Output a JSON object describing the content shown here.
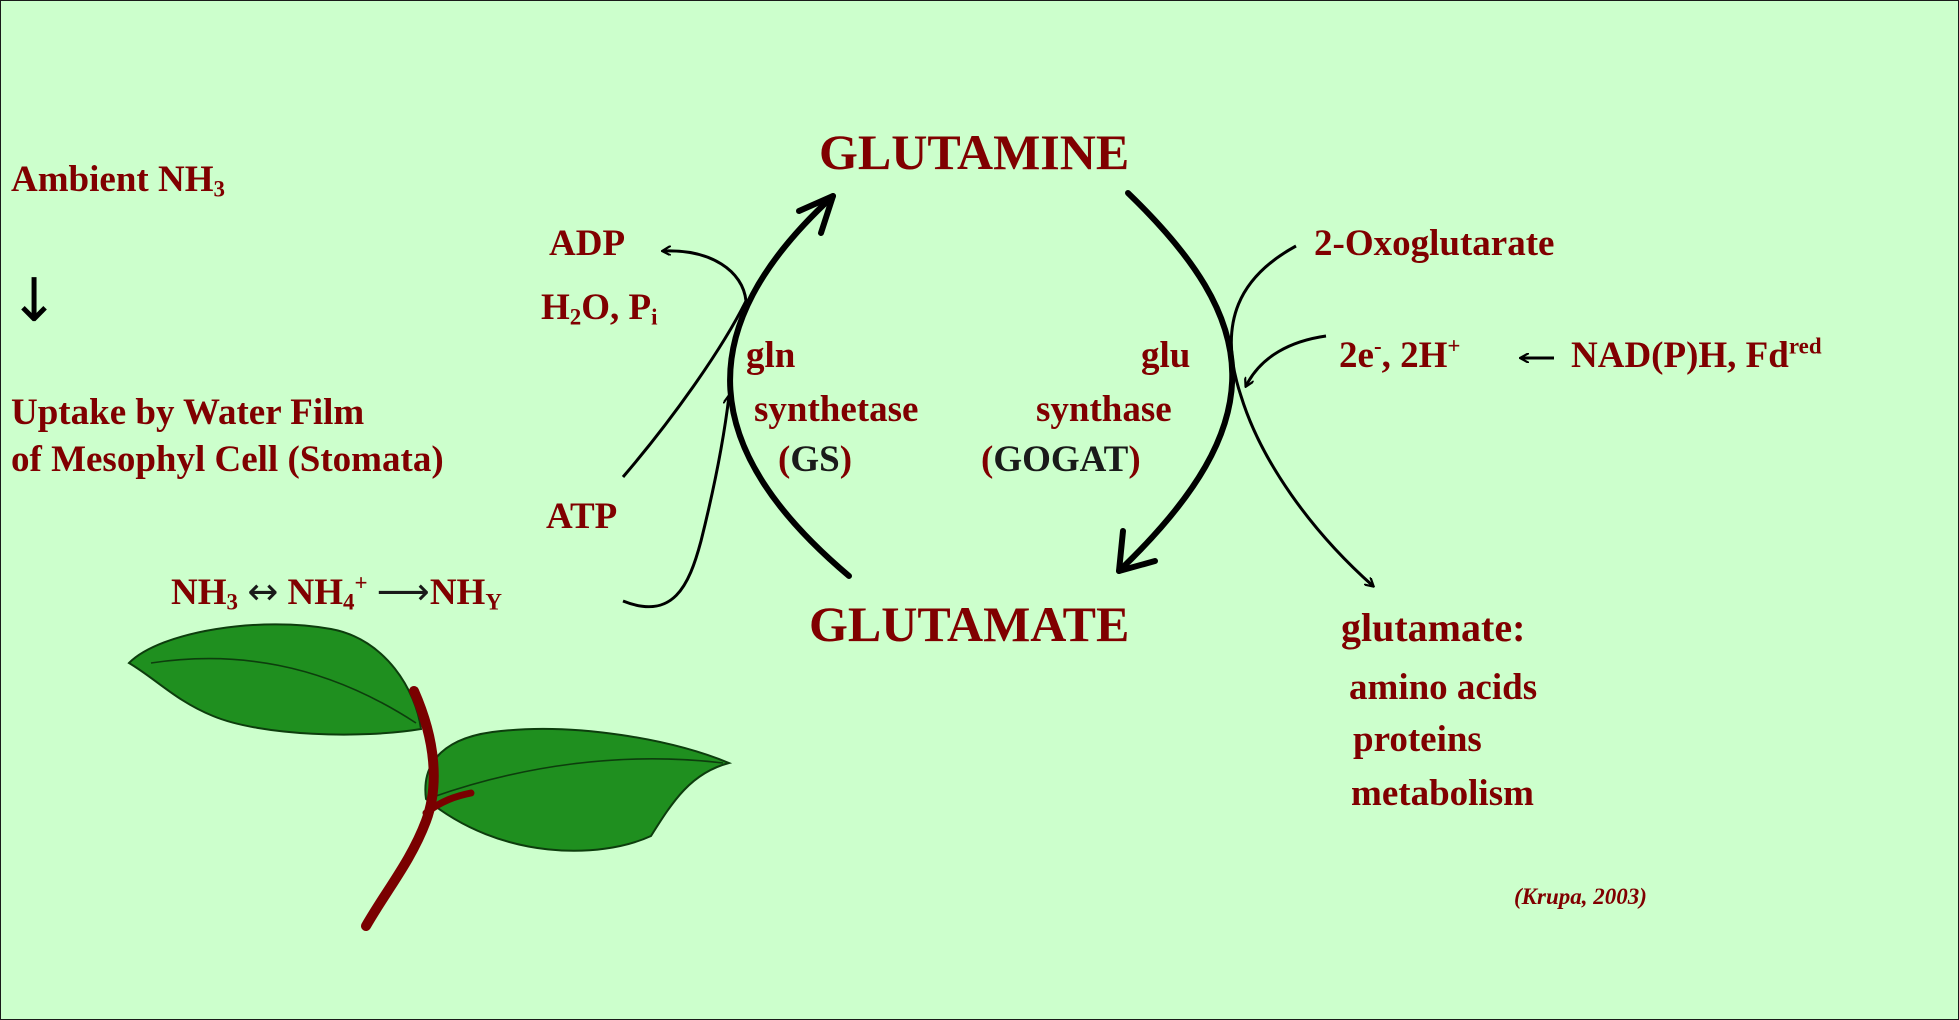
{
  "left": {
    "ambient_prefix": "Ambient NH",
    "ambient_sub": "3",
    "uptake_line1": "Uptake by Water Film",
    "uptake_line2": "of Mesophyl Cell (Stomata)",
    "eq_nh": "NH",
    "eq_nh_sub": "3",
    "eq_rev_arrow": "↔",
    "eq_nh4": "NH",
    "eq_nh4_sub": "4",
    "eq_nh4_sup": "+",
    "eq_fwd_arrow": "⟶",
    "eq_nhy": "NH",
    "eq_nhy_sub": "Y"
  },
  "gs_side": {
    "adp": "ADP",
    "h2o_h": "H",
    "h2o_sub": "2",
    "h2o_rest": "O, P",
    "pi_sub": "i",
    "atp": "ATP",
    "enzyme_line1": "gln",
    "enzyme_line2": "synthetase",
    "enzyme_open": "(",
    "enzyme_abbr": "GS",
    "enzyme_close": ")"
  },
  "cycle": {
    "top": "GLUTAMINE",
    "bottom": "GLUTAMATE"
  },
  "gogat_side": {
    "enzyme_line1": "glu",
    "enzyme_line2": "synthase",
    "enzyme_open": "(",
    "enzyme_abbr": "GOGAT",
    "enzyme_close": ")",
    "oxo": "2-Oxoglutarate",
    "e_prefix": "2e",
    "e_sup": "-",
    "h_prefix": ", 2H",
    "h_sup": "+",
    "nad": "NAD(P)H, Fd",
    "nad_sup": "red"
  },
  "products": {
    "heading": "glutamate:",
    "items": [
      "amino acids",
      "proteins",
      "metabolism"
    ]
  },
  "citation": "(Krupa, 2003)",
  "colors": {
    "background": "#ccffcc",
    "text": "#800000",
    "leaf": "#1a8a1a",
    "stem": "#7a0000",
    "arrow": "#000000"
  }
}
